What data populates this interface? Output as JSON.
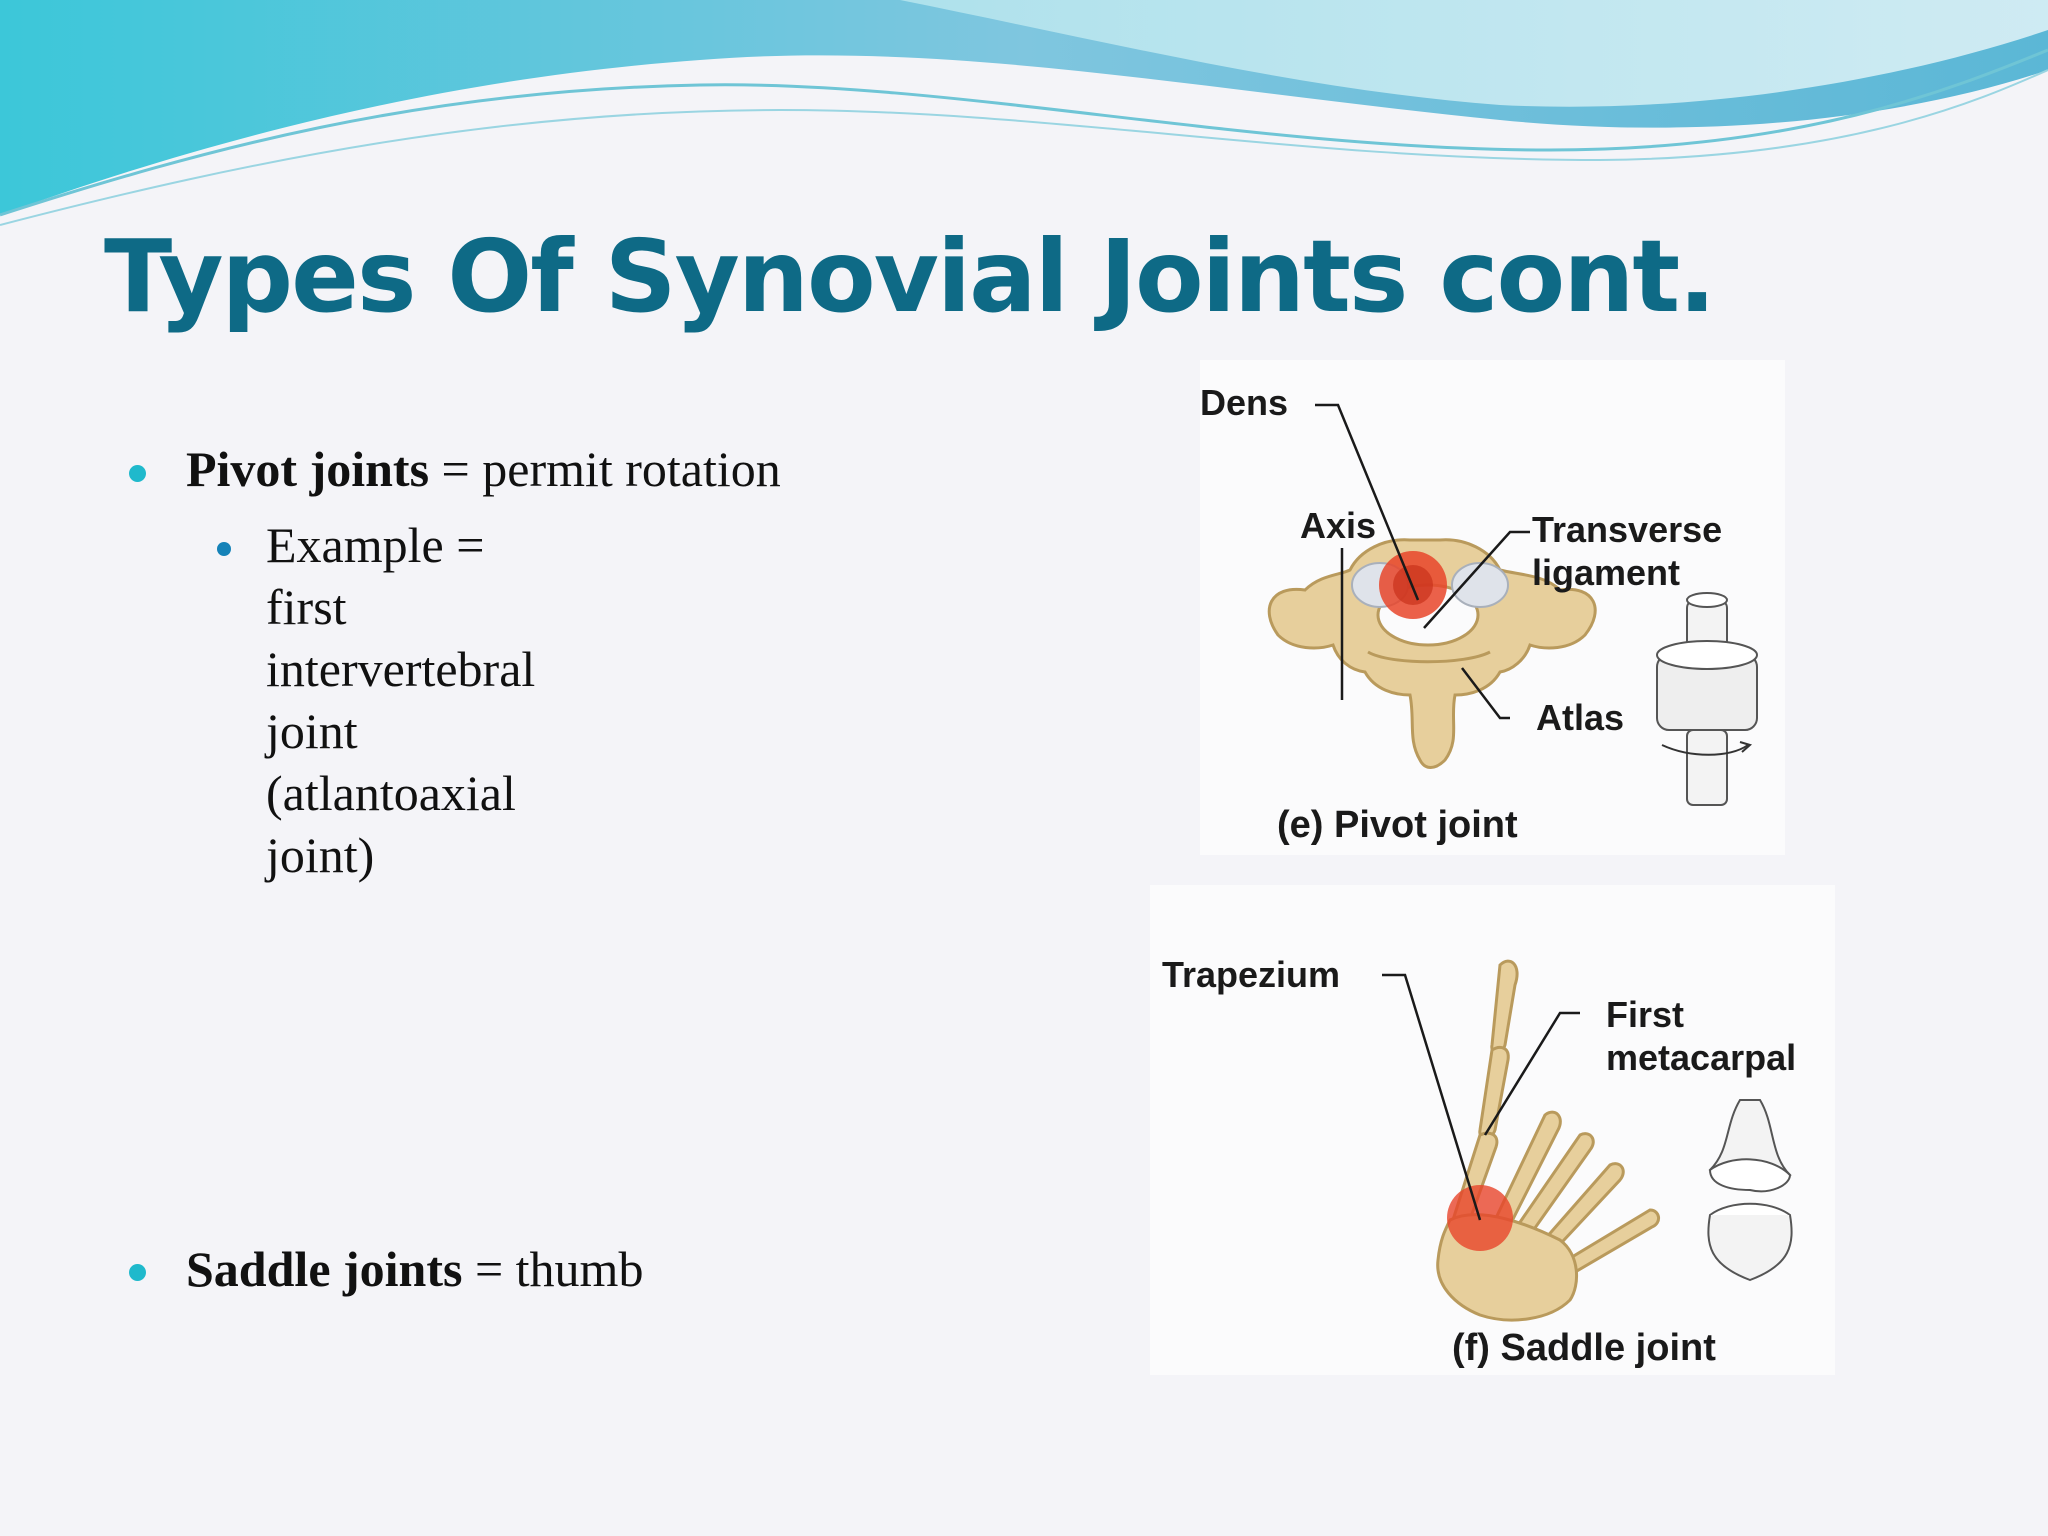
{
  "slide": {
    "title": "Types Of Synovial Joints cont.",
    "bullets": [
      {
        "term": "Pivot joints",
        "rest": " = permit rotation",
        "sub": {
          "line1": "Example = first intervertebral",
          "line2": "joint (atlantoaxial joint)"
        }
      },
      {
        "term": "Saddle joints",
        "rest": " = thumb"
      }
    ]
  },
  "figures": {
    "pivot": {
      "caption": "(e) Pivot joint",
      "labels": {
        "dens": "Dens",
        "axis": "Axis",
        "transverse1": "Transverse",
        "transverse2": "ligament",
        "atlas": "Atlas"
      }
    },
    "saddle": {
      "caption": "(f) Saddle joint",
      "labels": {
        "trapezium": "Trapezium",
        "first": "First",
        "metacarpal": "metacarpal"
      }
    }
  },
  "colors": {
    "title": "#0e6a86",
    "bullet_l1": "#1fb9cc",
    "bullet_l2": "#1582b8",
    "wave_top": "#5bc2d8",
    "bone": "#e7cf9c",
    "joint_highlight": "#e8452a"
  }
}
